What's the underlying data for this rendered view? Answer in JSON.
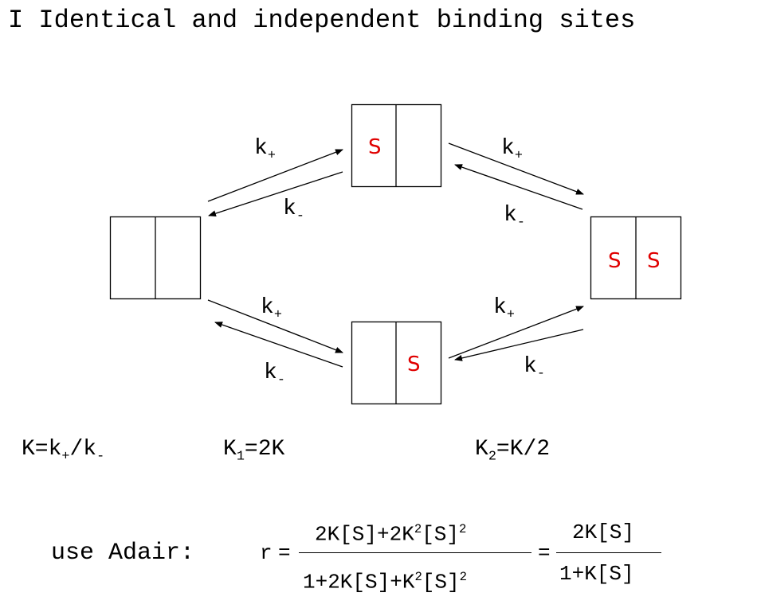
{
  "title": "I Identical and independent binding sites",
  "diagram": {
    "site_label": "S",
    "rate_forward": {
      "base": "k",
      "sub": "+"
    },
    "rate_backward": {
      "base": "k",
      "sub": "-"
    }
  },
  "constants": {
    "K": {
      "lhs": "K=k",
      "sub1": "+",
      "mid": "/k",
      "sub2": "-"
    },
    "K1": {
      "base": "K",
      "sub": "1",
      "rhs": "=2K"
    },
    "K2": {
      "base": "K",
      "sub": "2",
      "rhs": "=K/2"
    }
  },
  "adair": {
    "label": "use Adair:",
    "r": "r",
    "equals": "=",
    "num1": {
      "part1": "2K[S]+2K",
      "sup1": "2",
      "part2": "[S]",
      "sup2": "2"
    },
    "den1": {
      "part1": "1+2K[S]+K",
      "sup1": "2",
      "part2": "[S]",
      "sup2": "2"
    },
    "num2": "2K[S]",
    "den2": "1+K[S]"
  },
  "colors": {
    "site": "#e00000",
    "ink": "#000000"
  }
}
